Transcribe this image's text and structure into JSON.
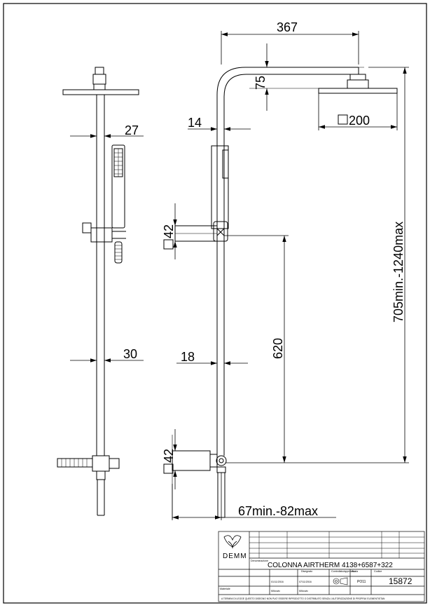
{
  "dimensions": {
    "width_367": "367",
    "height_75": "75",
    "head_200": "200",
    "pipe_14": "14",
    "pipe_27": "27",
    "pipe_30": "30",
    "pipe_18": "18",
    "wall_42_top": "42",
    "wall_42_bottom": "42",
    "height_620": "620",
    "height_range": "705min.-1240max",
    "projection_range": "67min.-82max"
  },
  "title_block": {
    "brand": "DEMM",
    "denominazione_label": "Denominazione",
    "product_name": "COLONNA AIRTHERM 4138+6587+322",
    "codice_label": "Codice",
    "code": "15872",
    "scale_label": "Scala",
    "rev_value": "PO11",
    "date_1": "01/11/2016",
    "date_2": "07/11/2016",
    "drawn_label": "Disegnato",
    "checked_label": "Controllato/approvato",
    "materiale_label": "Materiale",
    "name_1": "Milouvic",
    "name_2": "Milouvic",
    "footer_note": "A TERMINI DI LEGGE QUESTO DISEGNO NON PUO' ESSERE RIPRODOTTO O DISTRIBUITO SENZA L'AUTORIZZAZIONE DI PROPRIA' ELEMENTISTAN"
  },
  "colors": {
    "line": "#000000",
    "background": "#ffffff"
  }
}
